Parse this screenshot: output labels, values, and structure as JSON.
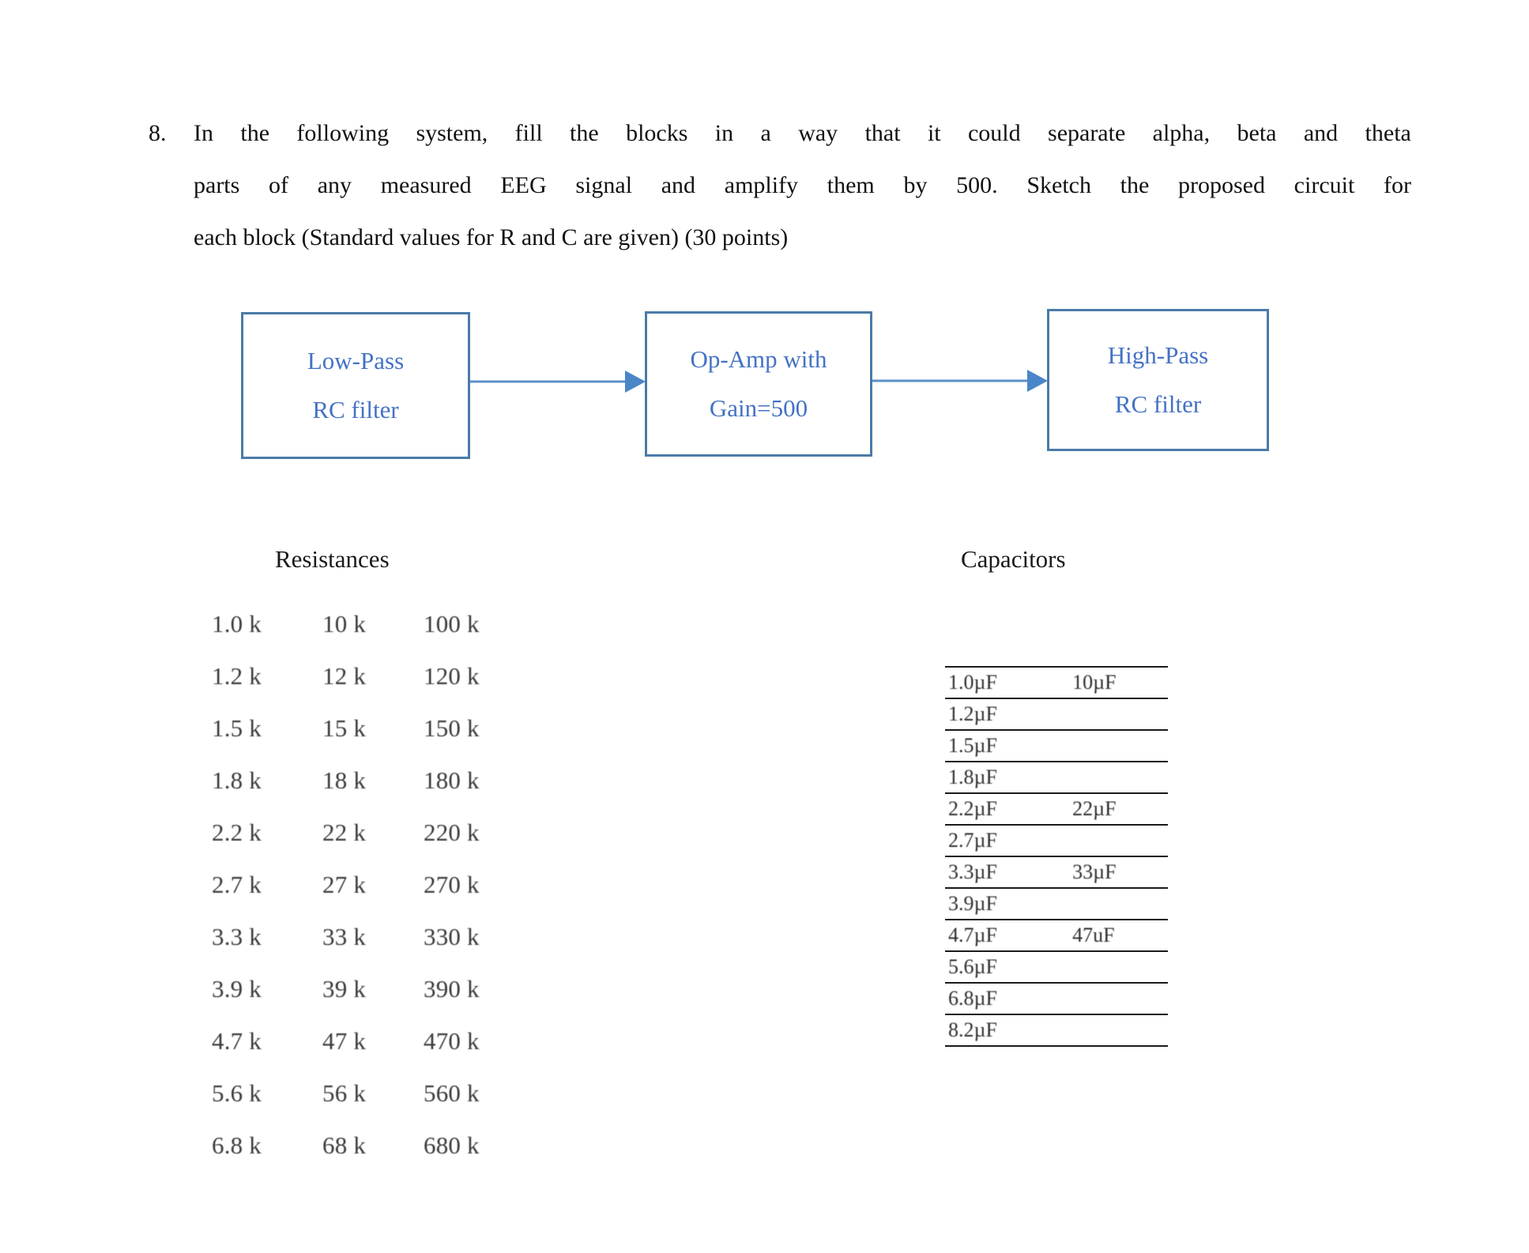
{
  "question": {
    "number": "8.",
    "lines": [
      "In  the  following  system,  fill  the  blocks  in  a  way  that  it  could  separate  alpha,  beta  and  theta",
      "parts  of  any  measured  EEG  signal  and  amplify  them  by  500.  Sketch  the  proposed  circuit  for",
      "each block (Standard values for R and C are given) (30 points)"
    ],
    "line1_words": [
      "In",
      "the",
      "following",
      "system,",
      "fill",
      "the",
      "blocks",
      "in",
      "a",
      "way",
      "that",
      "it",
      "could",
      "separate",
      "alpha,",
      "beta",
      "and",
      "theta"
    ],
    "line2_words": [
      "parts",
      "of",
      "any",
      "measured",
      "EEG",
      "signal",
      "and",
      "amplify",
      "them",
      "by",
      "500.",
      "Sketch",
      "the",
      "proposed",
      "circuit",
      "for"
    ],
    "line3": "each block (Standard values for R and C are given) (30 points)"
  },
  "diagram": {
    "border_color": "#4a7ba8",
    "text_color": "#4472c4",
    "arrow_color": "#4a86c8",
    "blocks": [
      {
        "id": "low-pass",
        "line1": "Low-Pass",
        "line2": "RC filter"
      },
      {
        "id": "op-amp",
        "line1": "Op-Amp with",
        "line2": "Gain=500"
      },
      {
        "id": "high-pass",
        "line1": "High-Pass",
        "line2": "RC filter"
      }
    ],
    "arrows": [
      {
        "id": "arrow-lowpass-to-opamp"
      },
      {
        "id": "arrow-opamp-to-highpass"
      }
    ]
  },
  "resistances": {
    "heading": "Resistances",
    "rows": [
      [
        "1.0 k",
        "10 k",
        "100 k"
      ],
      [
        "1.2 k",
        "12 k",
        "120 k"
      ],
      [
        "1.5 k",
        "15 k",
        "150 k"
      ],
      [
        "1.8 k",
        "18 k",
        "180 k"
      ],
      [
        "2.2 k",
        "22 k",
        "220 k"
      ],
      [
        "2.7 k",
        "27 k",
        "270 k"
      ],
      [
        "3.3 k",
        "33 k",
        "330 k"
      ],
      [
        "3.9 k",
        "39 k",
        "390 k"
      ],
      [
        "4.7 k",
        "47 k",
        "470 k"
      ],
      [
        "5.6 k",
        "56 k",
        "560 k"
      ],
      [
        "6.8 k",
        "68 k",
        "680 k"
      ]
    ]
  },
  "capacitors": {
    "heading": "Capacitors",
    "rows": [
      [
        "1.0µF",
        "10µF"
      ],
      [
        "1.2µF",
        ""
      ],
      [
        "1.5µF",
        ""
      ],
      [
        "1.8µF",
        ""
      ],
      [
        "2.2µF",
        "22µF"
      ],
      [
        "2.7µF",
        ""
      ],
      [
        "3.3µF",
        "33µF"
      ],
      [
        "3.9µF",
        ""
      ],
      [
        "4.7µF",
        "47uF"
      ],
      [
        "5.6µF",
        ""
      ],
      [
        "6.8µF",
        ""
      ],
      [
        "8.2µF",
        ""
      ]
    ]
  }
}
